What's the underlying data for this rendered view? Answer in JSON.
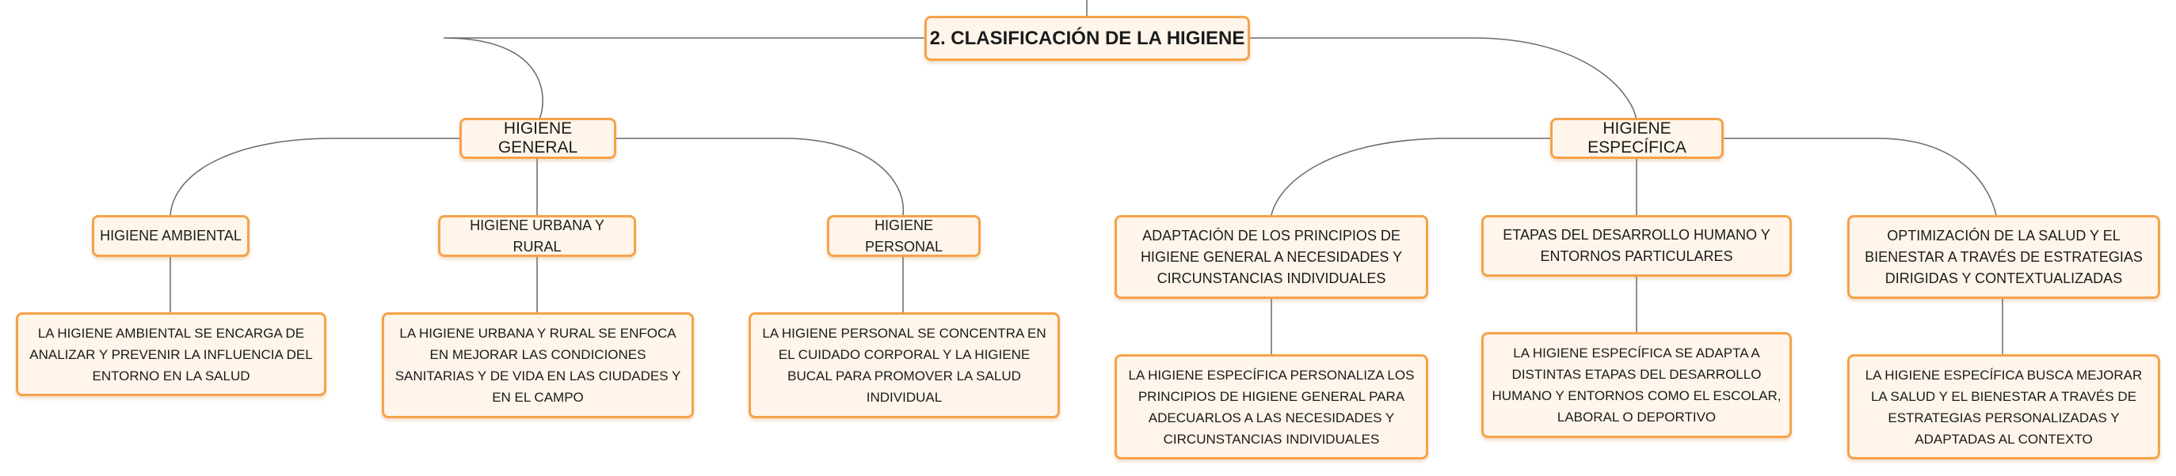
{
  "root": "2. CLASIFICACIÓN DE LA HIGIENE",
  "general": {
    "title": "HIGIENE GENERAL",
    "ambiental": {
      "title": "HIGIENE AMBIENTAL",
      "desc": "LA HIGIENE AMBIENTAL SE ENCARGA DE ANALIZAR Y PREVENIR LA INFLUENCIA DEL ENTORNO EN LA SALUD"
    },
    "urbana": {
      "title": "HIGIENE URBANA Y RURAL",
      "desc": "LA HIGIENE URBANA Y RURAL SE ENFOCA EN MEJORAR LAS CONDICIONES SANITARIAS Y DE VIDA EN LAS CIUDADES Y EN EL CAMPO"
    },
    "personal": {
      "title": "HIGIENE PERSONAL",
      "desc": "LA HIGIENE PERSONAL SE CONCENTRA EN EL CUIDADO CORPORAL Y LA HIGIENE BUCAL PARA PROMOVER LA SALUD INDIVIDUAL"
    }
  },
  "especifica": {
    "title": "HIGIENE ESPECÍFICA",
    "adaptacion": {
      "title": "ADAPTACIÓN DE LOS PRINCIPIOS DE HIGIENE GENERAL A NECESIDADES Y CIRCUNSTANCIAS INDIVIDUALES",
      "desc": "LA HIGIENE ESPECÍFICA PERSONALIZA LOS PRINCIPIOS DE HIGIENE GENERAL PARA ADECUARLOS A LAS NECESIDADES Y CIRCUNSTANCIAS INDIVIDUALES"
    },
    "etapas": {
      "title": "ETAPAS DEL DESARROLLO HUMANO Y ENTORNOS PARTICULARES",
      "desc": "LA HIGIENE ESPECÍFICA SE ADAPTA A DISTINTAS ETAPAS DEL DESARROLLO HUMANO Y ENTORNOS COMO EL ESCOLAR, LABORAL O DEPORTIVO"
    },
    "optimizacion": {
      "title": "OPTIMIZACIÓN DE LA SALUD Y EL BIENESTAR A TRAVÉS DE ESTRATEGIAS DIRIGIDAS Y CONTEXTUALIZADAS",
      "desc": "LA HIGIENE ESPECÍFICA BUSCA MEJORAR LA SALUD Y EL BIENESTAR A TRAVÉS DE ESTRATEGIAS PERSONALIZADAS Y ADAPTADAS AL CONTEXTO"
    }
  },
  "colors": {
    "node_border": "#f6a24a",
    "node_fill": "#fff5ea",
    "line": "#6a6a6a"
  }
}
